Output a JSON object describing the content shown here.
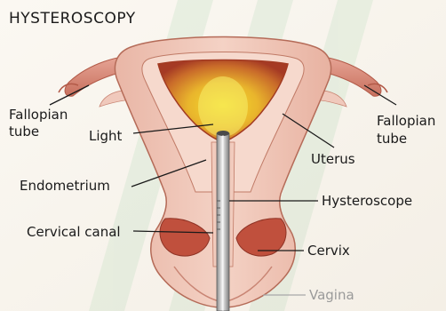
{
  "diagram": {
    "title": "Hysteroscopy",
    "labels": {
      "fallopian_left_line1": "Fallopian",
      "fallopian_left_line2": "tube",
      "fallopian_right_line1": "Fallopian",
      "fallopian_right_line2": "tube",
      "light": "Light",
      "uterus": "Uterus",
      "endometrium": "Endometrium",
      "hysteroscope": "Hysteroscope",
      "cervical_canal": "Cervical canal",
      "cervix": "Cervix",
      "vagina": "Vagina"
    }
  }
}
